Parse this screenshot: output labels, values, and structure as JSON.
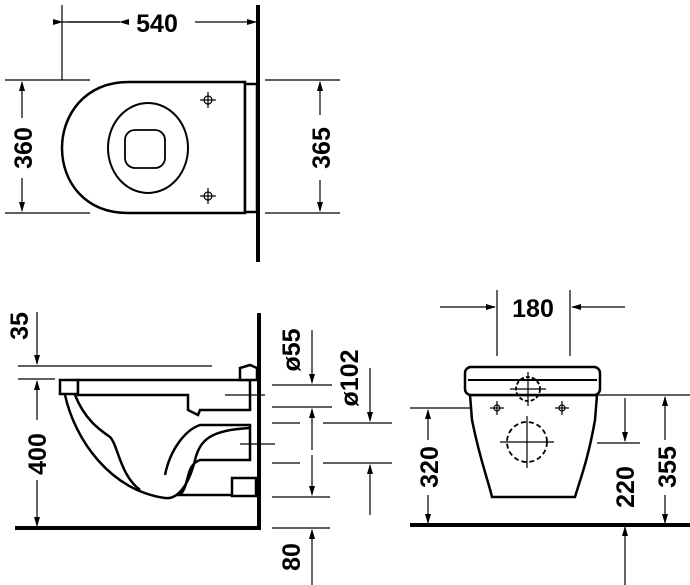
{
  "top_view": {
    "width": "540",
    "depth_left": "360",
    "depth_right": "365"
  },
  "side_view": {
    "seat_offset": "35",
    "height": "400",
    "inlet_diameter": "ø55",
    "outlet_diameter": "ø102",
    "floor_offset": "80"
  },
  "front_view": {
    "width": "180",
    "fixing_height": "320",
    "outlet_height": "220",
    "top_height": "355"
  }
}
